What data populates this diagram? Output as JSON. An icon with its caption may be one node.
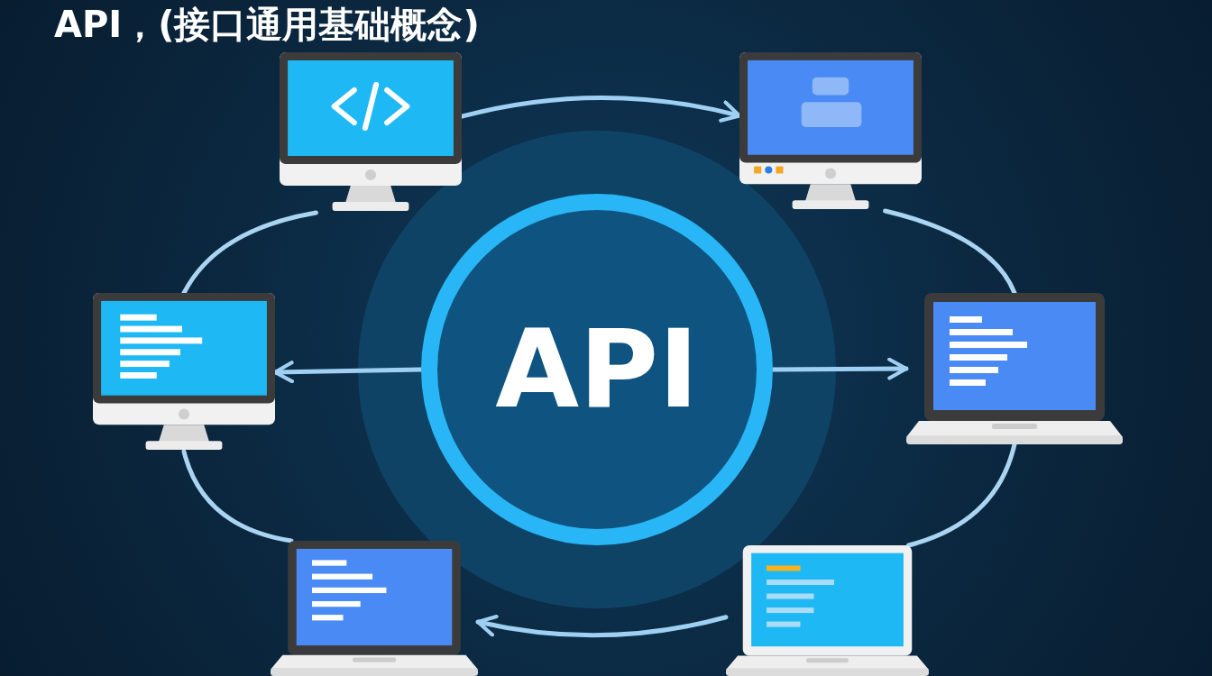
{
  "diagram": {
    "title": "API，(接口通用基础概念)",
    "nodes": [
      {
        "text": [
          "API"
        ]
      },
      {
        "text": [],
        "shape": "picture"
      },
      {
        "text": [],
        "shape": "picture"
      },
      {
        "text": [],
        "shape": "picture"
      },
      {
        "text": [],
        "shape": "picture"
      },
      {
        "text": [],
        "shape": "picture"
      },
      {
        "text": [],
        "shape": "picture"
      }
    ],
    "edges": [
      {
        "from": 1,
        "to": 2,
        "arrow": "to"
      },
      {
        "from": 0,
        "to": 3,
        "arrow": "to"
      },
      {
        "from": 0,
        "to": 4,
        "arrow": "to"
      },
      {
        "from": 6,
        "to": 5,
        "arrow": "to"
      },
      {
        "from": 1,
        "to": 3,
        "arrow": "none"
      },
      {
        "from": 3,
        "to": 5,
        "arrow": "none"
      },
      {
        "from": 2,
        "to": 4,
        "arrow": "none"
      },
      {
        "from": 4,
        "to": 6,
        "arrow": "none"
      }
    ]
  }
}
